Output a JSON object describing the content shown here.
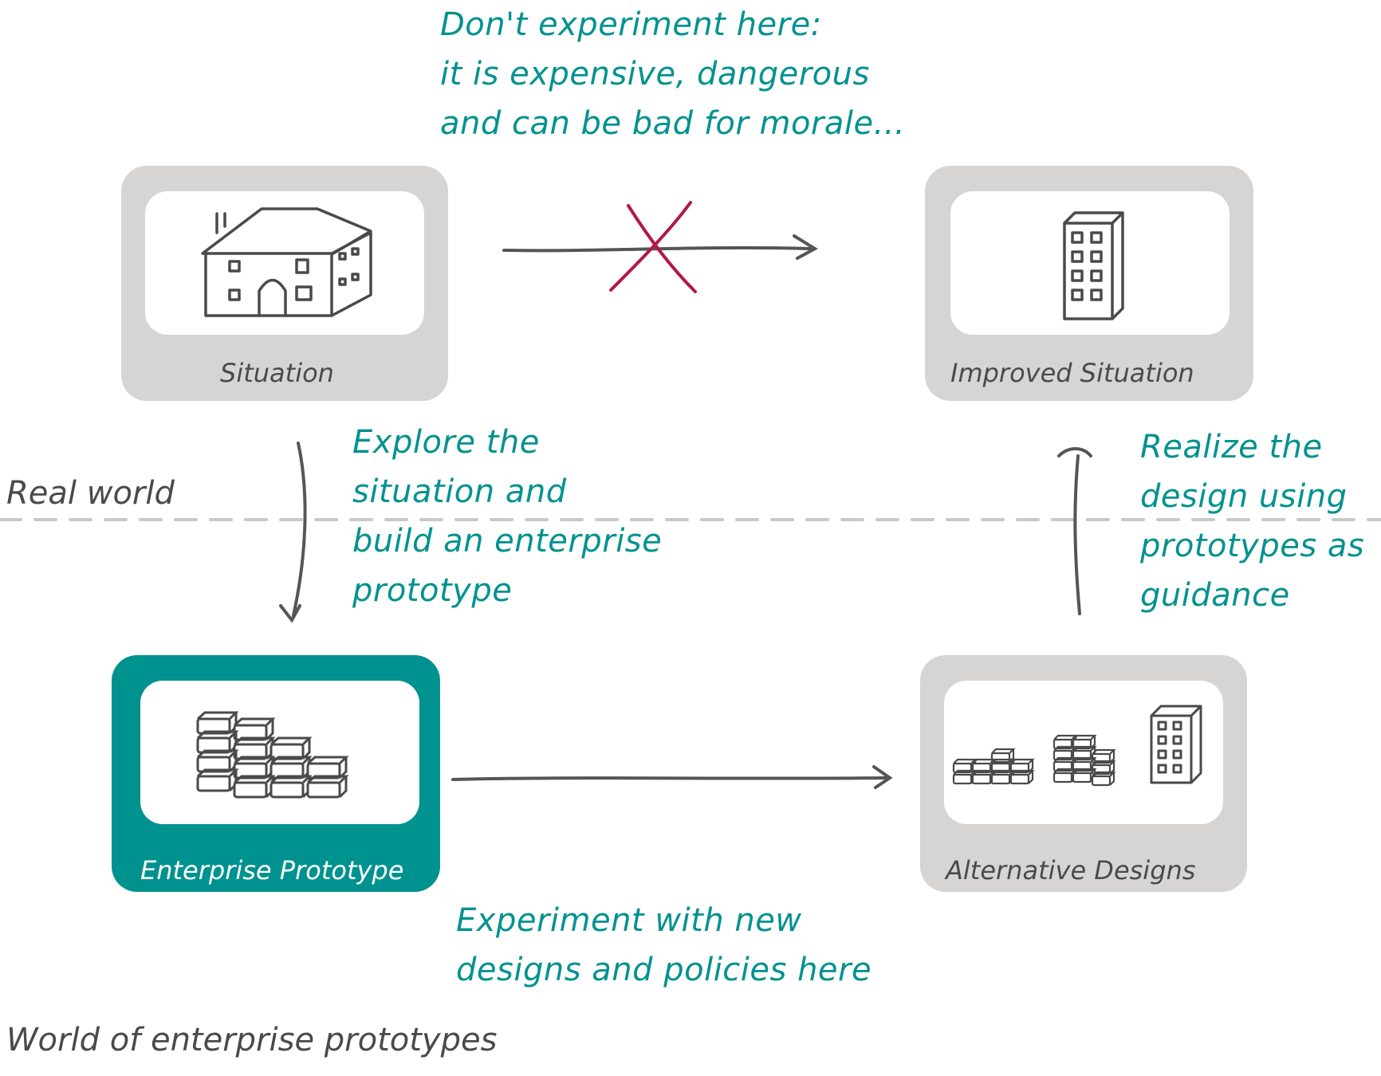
{
  "notes": {
    "dont_experiment": "Don't experiment here:\nit is expensive, dangerous\nand can be bad for morale...",
    "explore": "Explore the\nsituation and\nbuild an enterprise\nprototype",
    "realize": "Realize the\ndesign using\nprototypes as\nguidance",
    "experiment": "Experiment with new\ndesigns and policies here"
  },
  "worlds": {
    "real": "Real world",
    "prototypes": "World of enterprise prototypes"
  },
  "boxes": {
    "situation": "Situation",
    "improved": "Improved Situation",
    "prototype": "Enterprise Prototype",
    "alternatives": "Alternative Designs"
  },
  "colors": {
    "teal": "#00928f",
    "card_gray": "#d6d5d4",
    "ink": "#4a4a4a",
    "cross": "#b3164d",
    "divider": "#c8c8c8"
  },
  "icons": {
    "situation": "house-icon",
    "improved": "office-building-icon",
    "prototype": "brick-stack-icon",
    "alternatives": "brick-stacks-and-building-icon"
  }
}
